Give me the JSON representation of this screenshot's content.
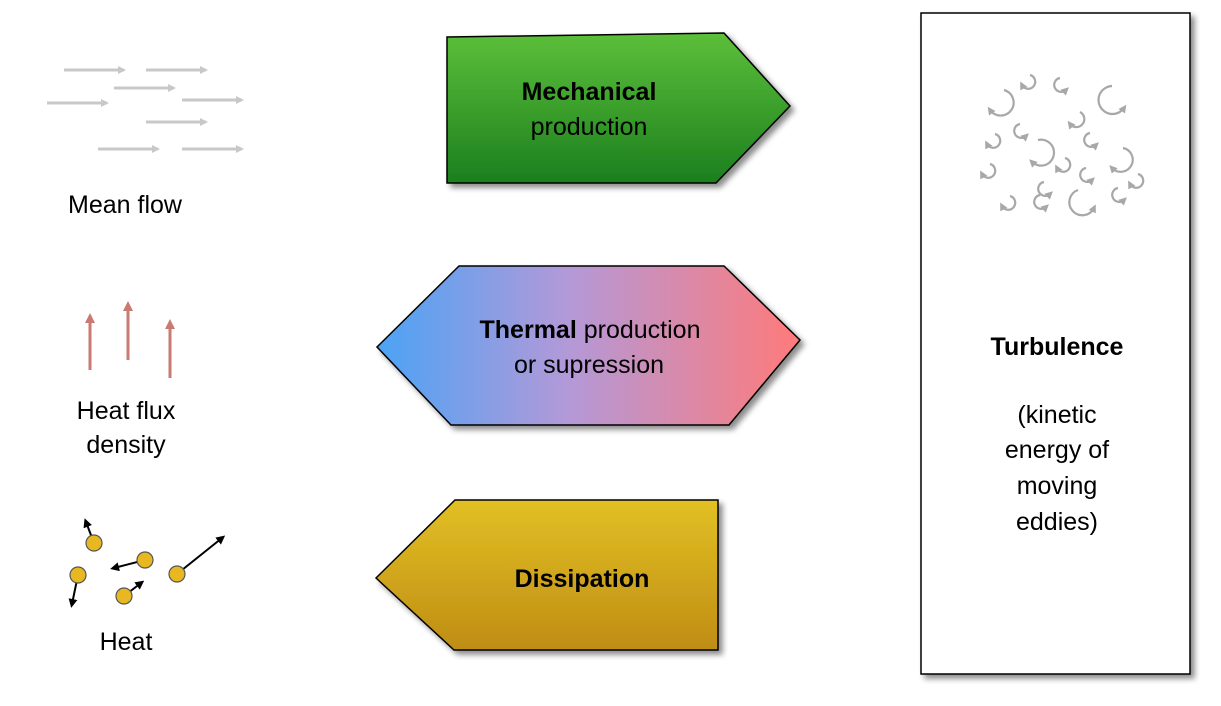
{
  "left_column": {
    "mean_flow_label": "Mean flow",
    "heat_flux_label_line1": "Heat flux",
    "heat_flux_label_line2": "density",
    "heat_label": "Heat"
  },
  "arrows": {
    "mechanical": {
      "bold": "Mechanical",
      "normal": "production"
    },
    "thermal": {
      "bold": "Thermal",
      "normal_line1": " production",
      "line2": "or supression"
    },
    "dissipation": {
      "bold": "Dissipation"
    }
  },
  "turbulence_box": {
    "title": "Turbulence",
    "line1": "(kinetic",
    "line2": "energy of",
    "line3": "moving",
    "line4": "eddies)"
  },
  "colors": {
    "green_top": "#5cbf3a",
    "green_bottom": "#1b7f1e",
    "blue": "#4ba3f5",
    "red": "#ff7a7a",
    "gold_top": "#e2c024",
    "gold_bottom": "#bf8d14",
    "grey_arrow": "#c8c8c8",
    "heat_flux_arrow": "#c97a72",
    "particle": "#e8b823",
    "eddy": "#a8a8a8"
  }
}
